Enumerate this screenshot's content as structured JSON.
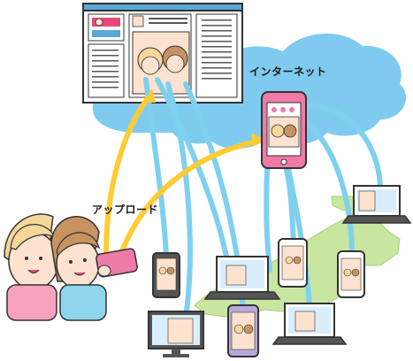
{
  "labels": {
    "internet": "インターネット",
    "upload": "アップロード"
  },
  "colors": {
    "cloud": "#7ecbef",
    "upload_arrow": "#ffcc33",
    "distribution_line": "#7fd0ef",
    "smartphone_pink": "#f07aa8",
    "japan_map": "#c8e6a0",
    "skin": "#fde3cf",
    "hair_blonde": "#f6d79a",
    "hair_brown": "#c89360"
  },
  "icons": [
    "website-window-icon",
    "cloud-icon",
    "smartphone-icon",
    "laptop-icon",
    "desktop-monitor-icon",
    "japan-map-icon",
    "people-illustration"
  ]
}
